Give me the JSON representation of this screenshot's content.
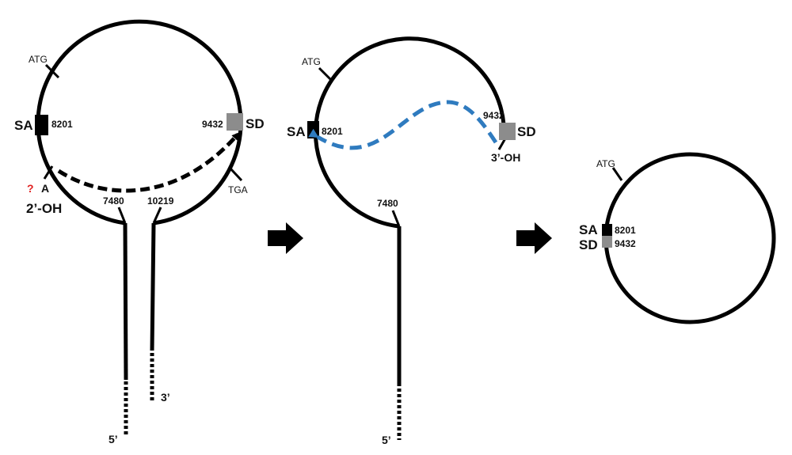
{
  "colors": {
    "line": "#000000",
    "sa_box": "#000000",
    "sd_box": "#8c8c8c",
    "branch_arrow": "#000000",
    "ligation_arrow": "#2f7bbf",
    "question": "#e02020"
  },
  "panel1": {
    "atg": "ATG",
    "sa": "SA",
    "sa_pos": "8201",
    "sd": "SD",
    "sd_pos": "9432",
    "tga": "TGA",
    "question": "?",
    "branch_base": "A",
    "branch_oh": "2’-OH",
    "pos_left": "7480",
    "pos_right": "10219",
    "end5": "5’",
    "end3": "3’"
  },
  "panel2": {
    "atg": "ATG",
    "sa": "SA",
    "sa_pos": "8201",
    "sd": "SD",
    "sd_pos": "9432",
    "oh": "3’-OH",
    "pos_left": "7480",
    "end5": "5’"
  },
  "panel3": {
    "atg": "ATG",
    "sa": "SA",
    "sa_pos": "8201",
    "sd": "SD",
    "sd_pos": "9432"
  },
  "icons": [
    "right-arrow-icon",
    "right-arrow-icon"
  ]
}
